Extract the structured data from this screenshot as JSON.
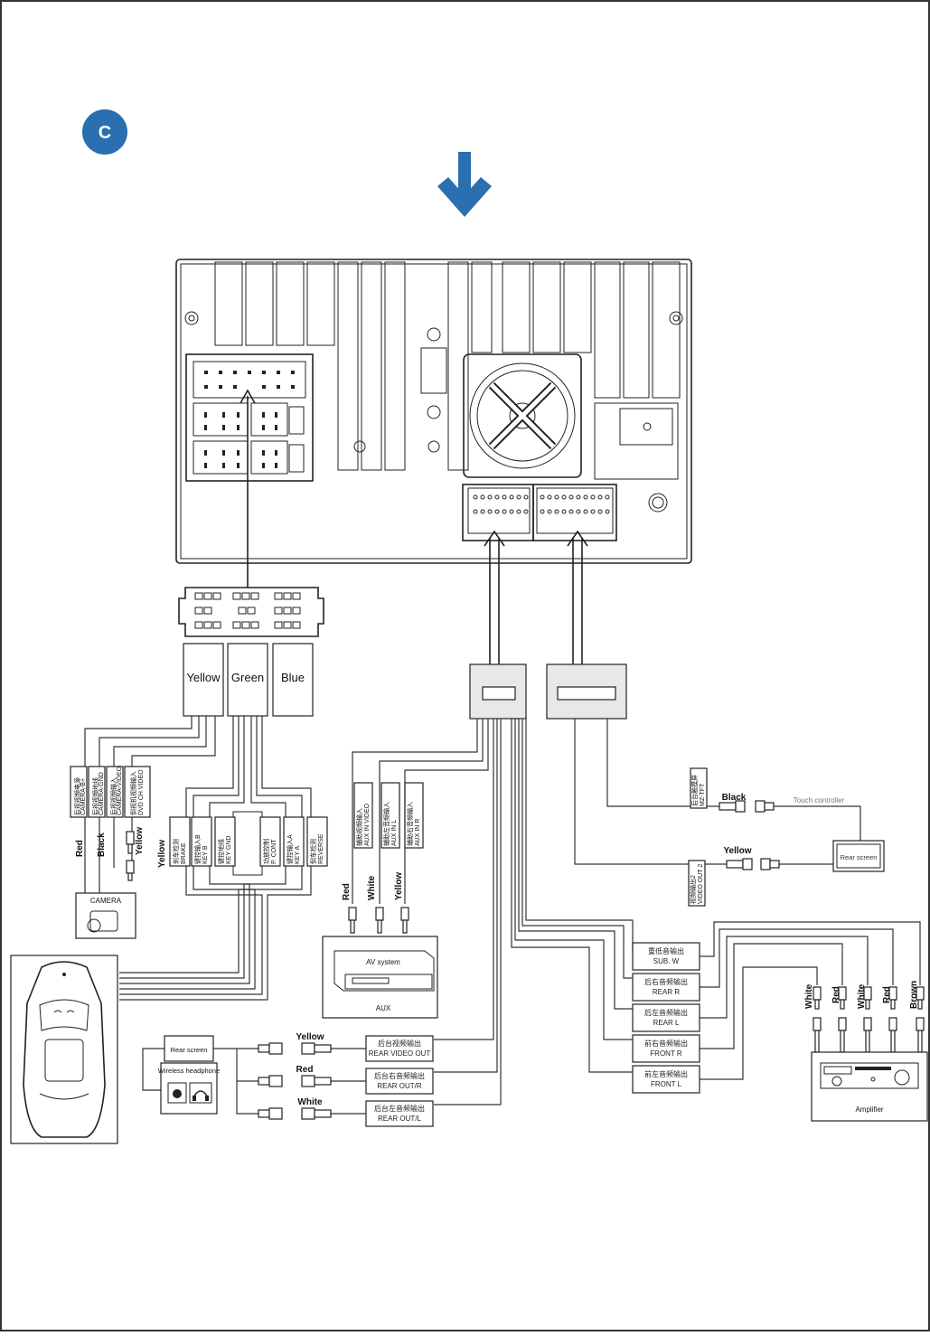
{
  "section_badge": "C",
  "colors": {
    "accent": "#2a6fb0",
    "ink": "#222222"
  },
  "connector_colors": {
    "yellow": "Yellow",
    "green": "Green",
    "blue": "Blue"
  },
  "camera_wires": [
    {
      "zh": "后视视频电源",
      "en": "CAMERA-B+",
      "color": "Red"
    },
    {
      "zh": "后视视频地线",
      "en": "CAMERA-GND",
      "color": "Black"
    },
    {
      "zh": "后视视频输入",
      "en": "CAMERA-VIDEO",
      "color": "Yellow"
    },
    {
      "zh": "倒视机视频输入",
      "en": "DVD CH VIDEO",
      "color": "Yellow"
    }
  ],
  "green_wires": [
    {
      "zh": "刹车检测",
      "en": "BRAKE"
    },
    {
      "zh": "键控输入B",
      "en": "KEY B"
    },
    {
      "zh": "键控地线",
      "en": "KEY GND"
    },
    {
      "zh": "功放控制",
      "en": "P. CONT"
    },
    {
      "zh": "键控输入A",
      "en": "KEY A"
    },
    {
      "zh": "倒车检测",
      "en": "REVERSE"
    }
  ],
  "camera_label": "CAMERA",
  "aux_wires": [
    {
      "zh": "辅助视频输入",
      "en": "AUX IN VIDEO",
      "color": "Red"
    },
    {
      "zh": "辅助左音频输入",
      "en": "AUX IN L",
      "color": "White"
    },
    {
      "zh": "辅助右音频输入",
      "en": "AUX IN R",
      "color": "Yellow"
    }
  ],
  "av_system": {
    "title": "AV system",
    "footer": "AUX"
  },
  "touch": {
    "zh": "后台触摸屏",
    "en": "MZ-TFT",
    "color": "Black",
    "label": "Touch controller"
  },
  "video_out2": {
    "zh": "视频输出2",
    "en": "VIDEO OUT 2",
    "color": "Yellow"
  },
  "rear_screen_right": "Rear screen",
  "audio_outs": [
    {
      "zh": "重低音输出",
      "en": "SUB. W"
    },
    {
      "zh": "后右音频输出",
      "en": "REAR R"
    },
    {
      "zh": "后左音频输出",
      "en": "REAR L"
    },
    {
      "zh": "前右音频输出",
      "en": "FRONT R"
    },
    {
      "zh": "前左音频输出",
      "en": "FRONT L"
    }
  ],
  "amp_colors": [
    "White",
    "Red",
    "White",
    "Red",
    "Brown"
  ],
  "amplifier_label": "Amplifier",
  "rear_outs": [
    {
      "zh": "后台视频输出",
      "en": "REAR VIDEO OUT",
      "color": "Yellow"
    },
    {
      "zh": "后台右音频输出",
      "en": "REAR OUT/R",
      "color": "Red"
    },
    {
      "zh": "后台左音频输出",
      "en": "REAR OUT/L",
      "color": "White"
    }
  ],
  "rear_screen_left": "Rear screen",
  "wireless_headphone": "Wireless headphone"
}
